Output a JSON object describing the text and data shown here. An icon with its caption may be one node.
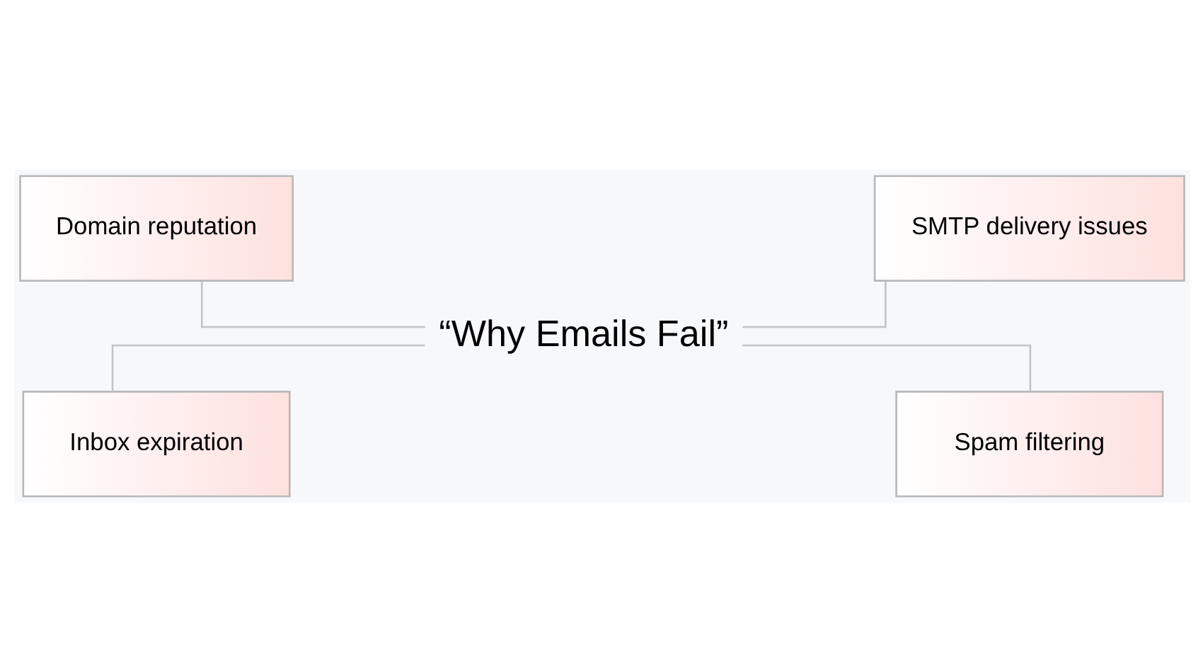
{
  "diagram": {
    "nodes": [
      {
        "text": [
          "Domain reputation"
        ]
      },
      {
        "text": [
          "SMTP delivery issues"
        ]
      },
      {
        "text": [
          "“Why Emails Fail”"
        ]
      },
      {
        "text": [
          "Inbox expiration"
        ]
      },
      {
        "text": [
          "Spam filtering"
        ]
      }
    ],
    "edges": [
      {
        "from": 0,
        "to": 2,
        "arrow": "none"
      },
      {
        "from": 2,
        "to": 1,
        "arrow": "none"
      },
      {
        "from": 3,
        "to": 2,
        "arrow": "none"
      },
      {
        "from": 2,
        "to": 4,
        "arrow": "none"
      }
    ]
  }
}
